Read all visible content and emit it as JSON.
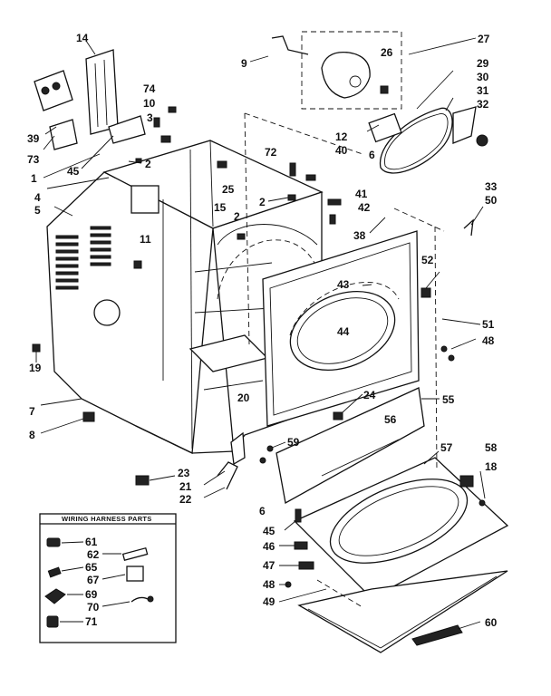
{
  "diagram": {
    "callouts": [
      {
        "id": "c14",
        "text": "14"
      },
      {
        "id": "c9",
        "text": "9"
      },
      {
        "id": "c26",
        "text": "26"
      },
      {
        "id": "c27",
        "text": "27"
      },
      {
        "id": "c74",
        "text": "74"
      },
      {
        "id": "c10",
        "text": "10"
      },
      {
        "id": "c3",
        "text": "3"
      },
      {
        "id": "c39",
        "text": "39"
      },
      {
        "id": "c73",
        "text": "73"
      },
      {
        "id": "c1",
        "text": "1"
      },
      {
        "id": "c45a",
        "text": "45"
      },
      {
        "id": "c2a",
        "text": "2"
      },
      {
        "id": "c29",
        "text": "29"
      },
      {
        "id": "c30",
        "text": "30"
      },
      {
        "id": "c31",
        "text": "31"
      },
      {
        "id": "c32",
        "text": "32"
      },
      {
        "id": "c12",
        "text": "12"
      },
      {
        "id": "c40",
        "text": "40"
      },
      {
        "id": "c6a",
        "text": "6"
      },
      {
        "id": "c72",
        "text": "72"
      },
      {
        "id": "c4",
        "text": "4"
      },
      {
        "id": "c5",
        "text": "5"
      },
      {
        "id": "c25",
        "text": "25"
      },
      {
        "id": "c2b",
        "text": "2"
      },
      {
        "id": "c41",
        "text": "41"
      },
      {
        "id": "c42",
        "text": "42"
      },
      {
        "id": "c33",
        "text": "33"
      },
      {
        "id": "c50",
        "text": "50"
      },
      {
        "id": "c15",
        "text": "15"
      },
      {
        "id": "c2c",
        "text": "2"
      },
      {
        "id": "c38",
        "text": "38"
      },
      {
        "id": "c11",
        "text": "11"
      },
      {
        "id": "c52",
        "text": "52"
      },
      {
        "id": "c43",
        "text": "43"
      },
      {
        "id": "c44",
        "text": "44"
      },
      {
        "id": "c51",
        "text": "51"
      },
      {
        "id": "c48a",
        "text": "48"
      },
      {
        "id": "c19",
        "text": "19"
      },
      {
        "id": "c24",
        "text": "24"
      },
      {
        "id": "c55",
        "text": "55"
      },
      {
        "id": "c7",
        "text": "7"
      },
      {
        "id": "c20",
        "text": "20"
      },
      {
        "id": "c8",
        "text": "8"
      },
      {
        "id": "c56",
        "text": "56"
      },
      {
        "id": "c59",
        "text": "59"
      },
      {
        "id": "c57",
        "text": "57"
      },
      {
        "id": "c58",
        "text": "58"
      },
      {
        "id": "c18",
        "text": "18"
      },
      {
        "id": "c23",
        "text": "23"
      },
      {
        "id": "c21",
        "text": "21"
      },
      {
        "id": "c22",
        "text": "22"
      },
      {
        "id": "c6b",
        "text": "6"
      },
      {
        "id": "c45b",
        "text": "45"
      },
      {
        "id": "c46",
        "text": "46"
      },
      {
        "id": "c47",
        "text": "47"
      },
      {
        "id": "c48b",
        "text": "48"
      },
      {
        "id": "c49",
        "text": "49"
      },
      {
        "id": "c60",
        "text": "60"
      }
    ],
    "wiring_box": {
      "title": "WIRING HARNESS PARTS",
      "items": [
        {
          "id": "w61",
          "text": "61"
        },
        {
          "id": "w62",
          "text": "62"
        },
        {
          "id": "w65",
          "text": "65"
        },
        {
          "id": "w67",
          "text": "67"
        },
        {
          "id": "w69",
          "text": "69"
        },
        {
          "id": "w70",
          "text": "70"
        },
        {
          "id": "w71",
          "text": "71"
        }
      ]
    }
  }
}
